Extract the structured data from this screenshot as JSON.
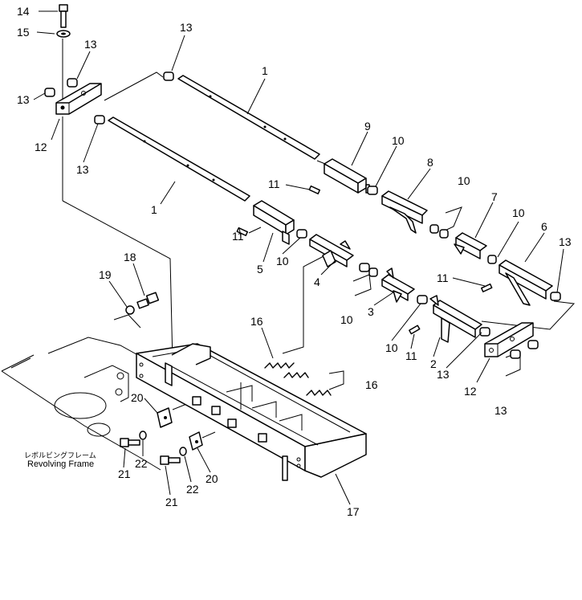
{
  "labels": {
    "p1a": "1",
    "p1b": "1",
    "p2": "2",
    "p3": "3",
    "p4": "4",
    "p5": "5",
    "p6": "6",
    "p7": "7",
    "p8": "8",
    "p9": "9",
    "p10a": "10",
    "p10b": "10",
    "p10c": "10",
    "p10d": "10",
    "p10e": "10",
    "p10f": "10",
    "p11a": "11",
    "p11b": "11",
    "p11c": "11",
    "p11d": "11",
    "p12a": "12",
    "p12b": "12",
    "p13a": "13",
    "p13b": "13",
    "p13c": "13",
    "p13d": "13",
    "p13e": "13",
    "p13f": "13",
    "p13g": "13",
    "p14": "14",
    "p15": "15",
    "p16a": "16",
    "p16b": "16",
    "p17": "17",
    "p18": "18",
    "p19": "19",
    "p20a": "20",
    "p20b": "20",
    "p21a": "21",
    "p21b": "21",
    "p22a": "22",
    "p22b": "22"
  },
  "frame_caption": {
    "japanese": "レボルビングフレーム",
    "english": "Revolving Frame"
  }
}
